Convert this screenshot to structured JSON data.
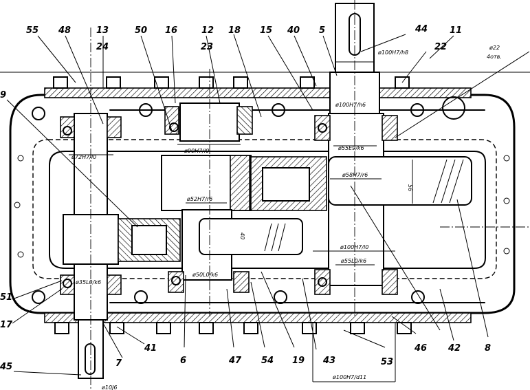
{
  "callouts": {
    "c55": "55",
    "c48": "48",
    "c13": "13",
    "c24": "24",
    "c50": "50",
    "c16": "16",
    "c12": "12",
    "c23": "23",
    "c18": "18",
    "c15": "15",
    "c40": "40",
    "c5": "5",
    "c44": "44",
    "c11": "11",
    "c22": "22",
    "c9": "9",
    "c51": "51",
    "c17": "17",
    "c45": "45",
    "c7": "7",
    "c41": "41",
    "c6": "6",
    "c47": "47",
    "c54": "54",
    "c19": "19",
    "c43": "43",
    "c53": "53",
    "c46": "46",
    "c42": "42",
    "c8": "8"
  },
  "fits": {
    "f_100h7h8": "ø100H7/h8",
    "f_100h7h6": "ø100H7/h6",
    "f_55e9k6": "ø55E9/k6",
    "f_90h7l0": "ø90H7/l0",
    "f_72h7l0": "ø72H7/l0",
    "f_58h7r6": "ø58H7/r6",
    "f_52h7r6": "ø52H7/r6",
    "f_100h7l0": "ø100H7/l0",
    "f_55l0k6": "ø55L0/k6",
    "f_35l0k6": "ø35L0/k6",
    "f_50l0k6": "ø50L0/k6",
    "f_100h7d11": "ø100H7/d11",
    "f_10js": "ø10J6",
    "f_22": "ø22",
    "f_4otv": "4отв."
  },
  "dims": {
    "d56": "56",
    "d40": "40"
  }
}
